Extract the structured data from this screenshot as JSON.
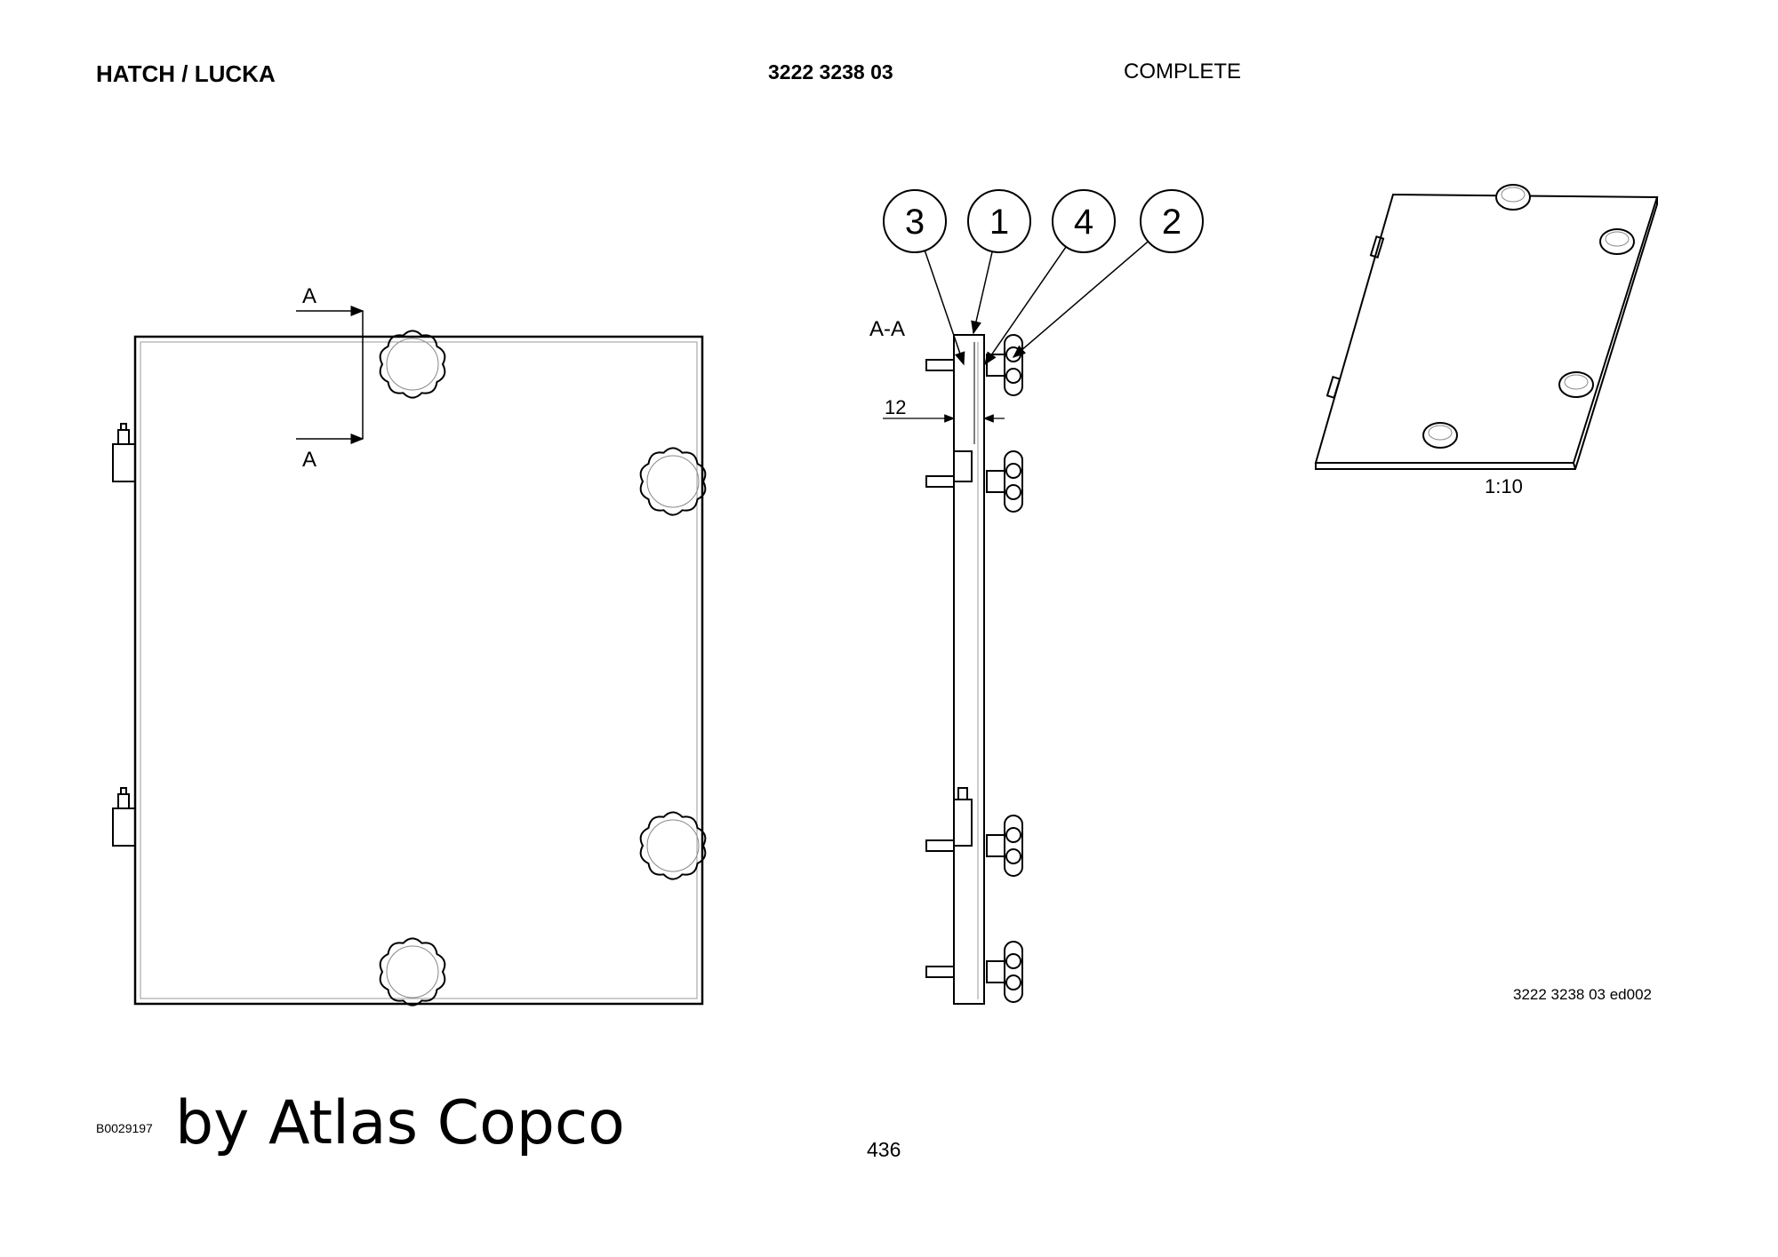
{
  "header": {
    "title": "HATCH / LUCKA",
    "part_number": "3222 3238 03",
    "status": "COMPLETE"
  },
  "drawing": {
    "section_marker": "A",
    "section_label": "A-A",
    "dimension": "12",
    "balloons": [
      "3",
      "1",
      "4",
      "2"
    ],
    "iso_scale": "1:10",
    "edition": "3222 3238 03 ed002"
  },
  "footer": {
    "doc_id": "B0029197",
    "brand": "by Atlas Copco",
    "page_number": "436"
  }
}
